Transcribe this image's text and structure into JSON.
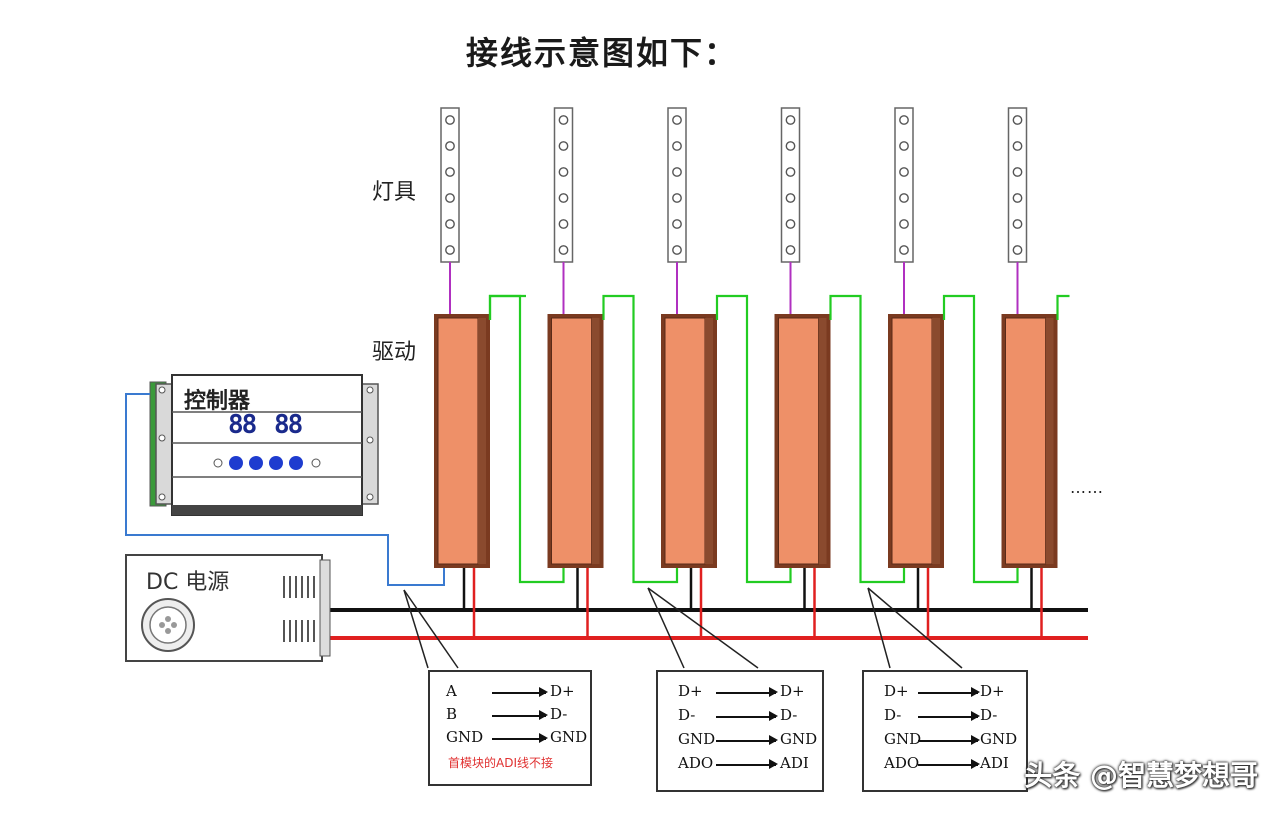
{
  "title": "接线示意图如下：",
  "labels": {
    "fixture": "灯具",
    "driver": "驱动",
    "controller": "控制器",
    "power_supply": "DC 电源",
    "continuation": "……",
    "controller_display": [
      "88",
      "88"
    ]
  },
  "mapping_boxes": [
    {
      "rows": [
        {
          "from": "A",
          "to": "D+"
        },
        {
          "from": "B",
          "to": "D-"
        },
        {
          "from": "GND",
          "to": "GND"
        }
      ],
      "note": "首模块的ADI线不接"
    },
    {
      "rows": [
        {
          "from": "D+",
          "to": "D+"
        },
        {
          "from": "D-",
          "to": "D-"
        },
        {
          "from": "GND",
          "to": "GND"
        },
        {
          "from": "ADO",
          "to": "ADI"
        }
      ]
    },
    {
      "rows": [
        {
          "from": "D+",
          "to": "D+"
        },
        {
          "from": "D-",
          "to": "D-"
        },
        {
          "from": "GND",
          "to": "GND"
        },
        {
          "from": "ADO",
          "to": "ADI"
        }
      ]
    }
  ],
  "watermark": "头条 @智慧梦想哥",
  "colors": {
    "driver_fill": "#ee9068",
    "driver_edge": "#7a3a20",
    "data_wire": "#22cc22",
    "power_positive": "#e02020",
    "power_negative": "#111111",
    "fixture_link": "#b030c0",
    "rs485_wire": "#3a7ad0",
    "note_text": "#e03030"
  },
  "fixture_count": 6,
  "leds_per_fixture": 6
}
